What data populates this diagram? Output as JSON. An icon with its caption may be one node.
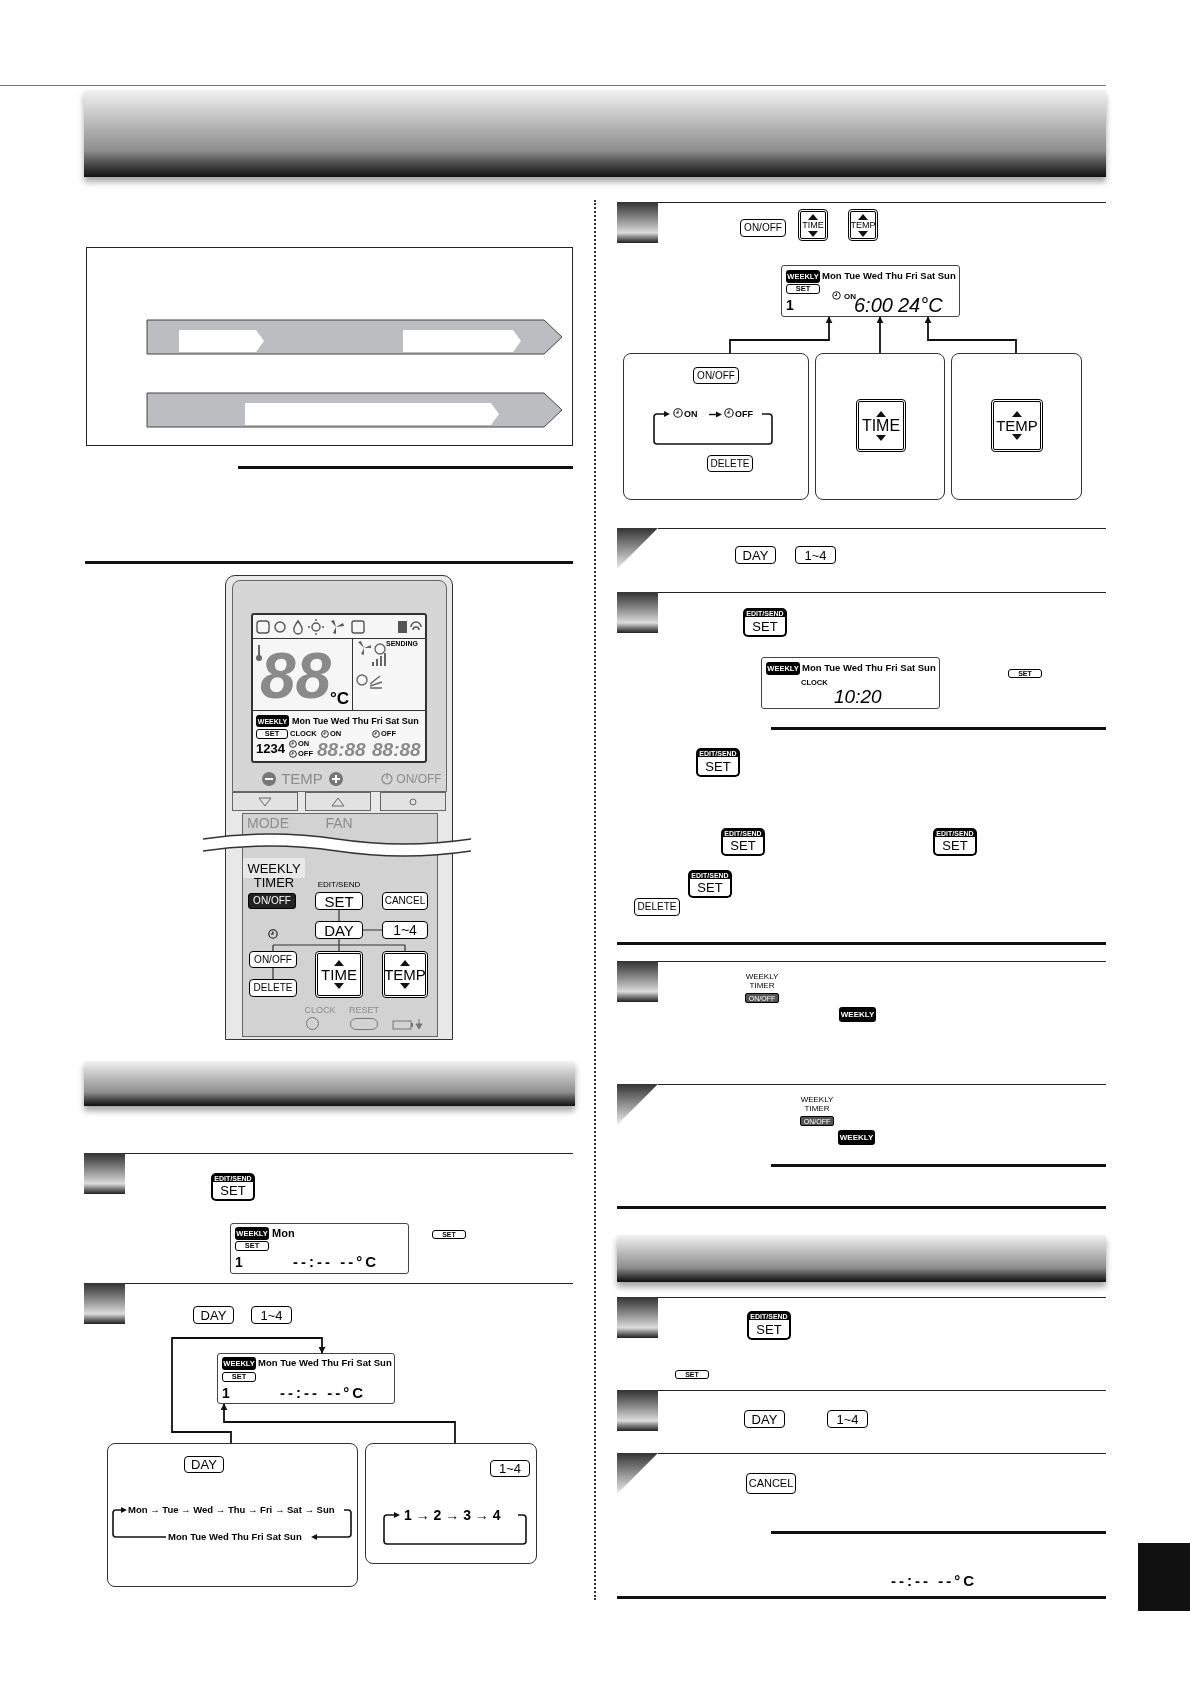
{
  "diagram": {
    "nodes": [
      {
        "text": [],
        "shape": "bar"
      },
      {
        "text": [],
        "shape": "box"
      },
      {
        "text": [],
        "shape": "bar"
      },
      {
        "text": [
          "WEEKLY",
          "Mon",
          "SET",
          "1",
          "--:-- --°C"
        ]
      },
      {
        "text": [
          "WEEKLY",
          "Mon Tue Wed Thu Fri Sat Sun",
          "SET",
          "1",
          "--:-- --°C"
        ]
      },
      {
        "text": [
          "DAY",
          "Mon → Tue → Wed → Thu → Fri → Sat → Sun",
          "Mon Tue Wed Thu Fri Sat Sun"
        ]
      },
      {
        "text": [
          "1~4",
          "1 → 2 → 3 → 4"
        ]
      },
      {
        "text": [
          "WEEKLY",
          "Mon Tue Wed Thu Fri Sat Sun",
          "SET",
          "1",
          "ON",
          "6:00",
          "24°C"
        ]
      },
      {
        "text": [
          "ON/OFF",
          "ON",
          "OFF",
          "DELETE"
        ]
      },
      {
        "text": [
          "TIME"
        ]
      },
      {
        "text": [
          "TEMP"
        ]
      },
      {
        "text": [
          "WEEKLY",
          "Mon Tue Wed Thu Fri Sat Sun",
          "CLOCK",
          "10:20"
        ]
      },
      {
        "text": [],
        "shape": "bar"
      }
    ],
    "edges": [
      {
        "from": 5,
        "to": 4,
        "arrow": "to"
      },
      {
        "from": 6,
        "to": 4,
        "arrow": "to"
      },
      {
        "from": 8,
        "to": 7,
        "arrow": "to"
      },
      {
        "from": 9,
        "to": 7,
        "arrow": "to"
      },
      {
        "from": 10,
        "to": 7,
        "arrow": "to"
      }
    ],
    "labels": [
      "SENDING",
      "88",
      "°C",
      "WEEKLY",
      "Mon Tue Wed Thu Fri Sat Sun",
      "SET",
      "CLOCK",
      "ON",
      "OFF",
      "1234",
      "ON",
      "OFF",
      "88:88",
      "88:88",
      "TEMP",
      "ON/OFF",
      "MODE",
      "FAN",
      "WEEKLY TIMER",
      "ON/OFF",
      "EDIT/SEND",
      "SET",
      "CANCEL",
      "DAY",
      "1~4",
      "ON/OFF",
      "DELETE",
      "TIME",
      "TEMP",
      "CLOCK",
      "RESET",
      "EDIT/SEND",
      "SET",
      "SET",
      "DAY",
      "1~4",
      "ON/OFF",
      "TIME",
      "TEMP",
      "DAY",
      "1~4",
      "EDIT/SEND",
      "SET",
      "SET",
      "EDIT/SEND",
      "SET",
      "EDIT/SEND",
      "SET",
      "EDIT/SEND",
      "SET",
      "EDIT/SEND",
      "SET",
      "DELETE",
      "WEEKLY TIMER",
      "ON/OFF",
      "WEEKLY",
      "WEEKLY TIMER",
      "ON/OFF",
      "WEEKLY",
      "EDIT/SEND",
      "SET",
      "SET",
      "DAY",
      "1~4",
      "CANCEL",
      "--:-- --°C"
    ]
  }
}
